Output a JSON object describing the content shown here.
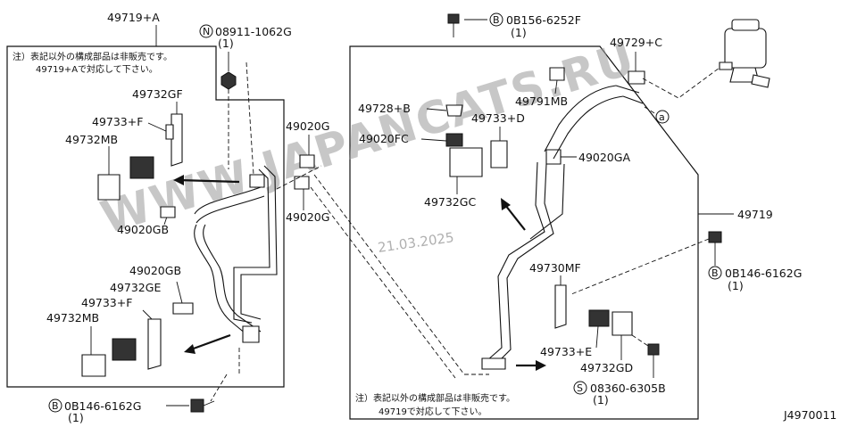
{
  "watermark": {
    "site": "WWW.JAPANCATS.RU",
    "date": "21.03.2025"
  },
  "left_group": {
    "assembly_label": "49719+A",
    "note_line1": "注）表記以外の構成部品は非販売です。",
    "note_line2": "49719+Aで対応して下さい。",
    "nut_label": "08911-1062G",
    "nut_symbol": "N",
    "nut_qty": "(1)",
    "bracket_top": "49732GF",
    "clip_top": "49733+F",
    "grommet_top": "49732MB",
    "clamp_mid": "49020GB",
    "clamp_low": "49020GB",
    "bracket_low": "49732GE",
    "clip_low": "49733+F",
    "grommet_low": "49732MB",
    "bolt_label": "0B146-6162G",
    "bolt_symbol": "B",
    "bolt_qty": "(1)"
  },
  "center_labels": {
    "clamp_a": "49020G",
    "clamp_b": "49020G"
  },
  "right_group": {
    "assembly_label": "49719",
    "note_line1": "注）表記以外の構成部品は非販売です。",
    "note_line2": "49719で対応して下さい。",
    "top_bolt_label": "0B156-6252F",
    "top_bolt_symbol": "B",
    "top_bolt_qty": "(1)",
    "tank_clamp": "49729+C",
    "hose_clamp": "49791MB",
    "cap": "49728+B",
    "clip_d": "49733+D",
    "clamp_fc": "49020FC",
    "clamp_ga": "49020GA",
    "bracket_gc": "49732GC",
    "bracket_mf": "49730MF",
    "clip_e": "49733+E",
    "bracket_gd": "49732GD",
    "right_bolt_label": "0B146-6162G",
    "right_bolt_symbol": "B",
    "right_bolt_qty": "(1)",
    "screw_label": "08360-6305B",
    "screw_symbol": "S",
    "screw_qty": "(1)",
    "ref_marker": "a"
  },
  "figure_code": "J4970011"
}
